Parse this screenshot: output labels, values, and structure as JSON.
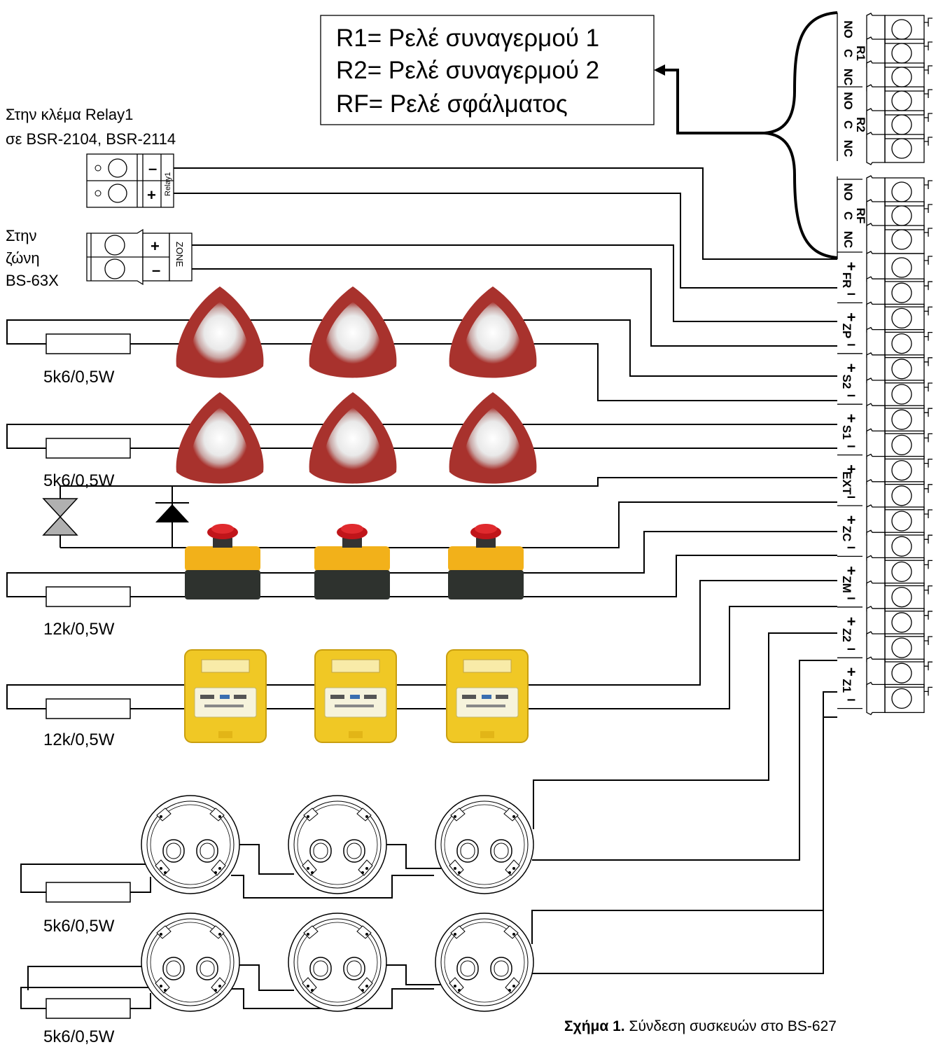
{
  "legend": {
    "lines": [
      "R1= Ρελέ συναγερμού 1",
      "R2= Ρελέ συναγερμού 2",
      "RF= Ρελέ σφάλματος"
    ]
  },
  "relay1_label": {
    "line1": "Στην κλέμα Relay1",
    "line2": "σε BSR-2104, BSR-2114"
  },
  "zone_label": {
    "line1": "Στην",
    "line2": "ζώνη",
    "line3": "BS-63X"
  },
  "relay1_block": {
    "minus": "–",
    "plus": "+",
    "name": "Relay1"
  },
  "zone_block": {
    "plus": "+",
    "minus": "–",
    "name": "ZONE"
  },
  "resistors": {
    "sounders_top": "5k6/0,5W",
    "sounders_bottom": "5k6/0,5W",
    "buttons": "12k/0,5W",
    "call_points": "12k/0,5W",
    "detectors_top": "5k6/0,5W",
    "detectors_bottom": "5k6/0,5W"
  },
  "relay_terminals": {
    "R1": [
      "NO",
      "C",
      "NC"
    ],
    "R2": [
      "NO",
      "C",
      "NC"
    ],
    "RF": [
      "NO",
      "C",
      "NC"
    ]
  },
  "io_terminals": [
    {
      "name": "FR",
      "plus": "+",
      "minus": "–"
    },
    {
      "name": "ZP",
      "plus": "+",
      "minus": "–"
    },
    {
      "name": "S2",
      "plus": "+",
      "minus": "–"
    },
    {
      "name": "S1",
      "plus": "+",
      "minus": "–"
    },
    {
      "name": "EXT",
      "plus": "+",
      "minus": "–"
    },
    {
      "name": "ZC",
      "plus": "+",
      "minus": "–"
    },
    {
      "name": "ZM",
      "plus": "+",
      "minus": "–"
    },
    {
      "name": "Z2",
      "plus": "+",
      "minus": "–"
    },
    {
      "name": "Z1",
      "plus": "+",
      "minus": "–"
    }
  ],
  "caption": {
    "bold": "Σχήμα 1.",
    "text": " Σύνδεση συσκευών στο BS-627"
  },
  "colors": {
    "sounder_red": "#a8322d",
    "button_yellow": "#f2b11a",
    "button_red": "#c0151a",
    "callpoint_yellow": "#f0c825",
    "line": "#000000"
  },
  "icons": {
    "sounder": "sounder-icon",
    "valve": "valve-icon",
    "diode": "diode-icon",
    "button": "emergency-button-icon",
    "call_point": "manual-call-point-icon",
    "detector": "detector-base-icon"
  }
}
